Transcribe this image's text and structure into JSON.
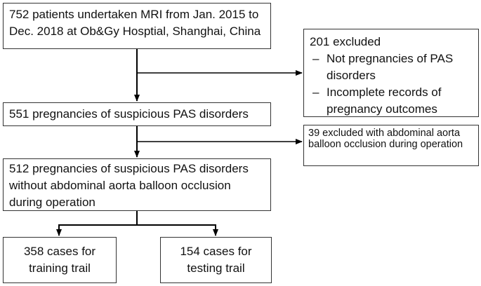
{
  "boxes": {
    "mri": "752 patients undertaken MRI from Jan. 2015 to Dec. 2018 at Ob&Gy Hosptial, Shanghai, China",
    "excluded1_title": "201 excluded",
    "excluded1_items": [
      "Not pregnancies of PAS disorders",
      "Incomplete records of pregnancy outcomes"
    ],
    "excluded1_bullet": "–",
    "suspicious": "551 pregnancies of suspicious PAS disorders",
    "excluded2": "39 excluded with abdominal aorta balloon occlusion during operation",
    "without_balloon": "512 pregnancies of suspicious PAS disorders without abdominal aorta balloon occlusion during operation",
    "training": "358 cases for training trail",
    "testing": "154 cases for testing trail"
  },
  "colors": {
    "border": "#333333",
    "arrow": "#000000",
    "text": "#111111"
  }
}
